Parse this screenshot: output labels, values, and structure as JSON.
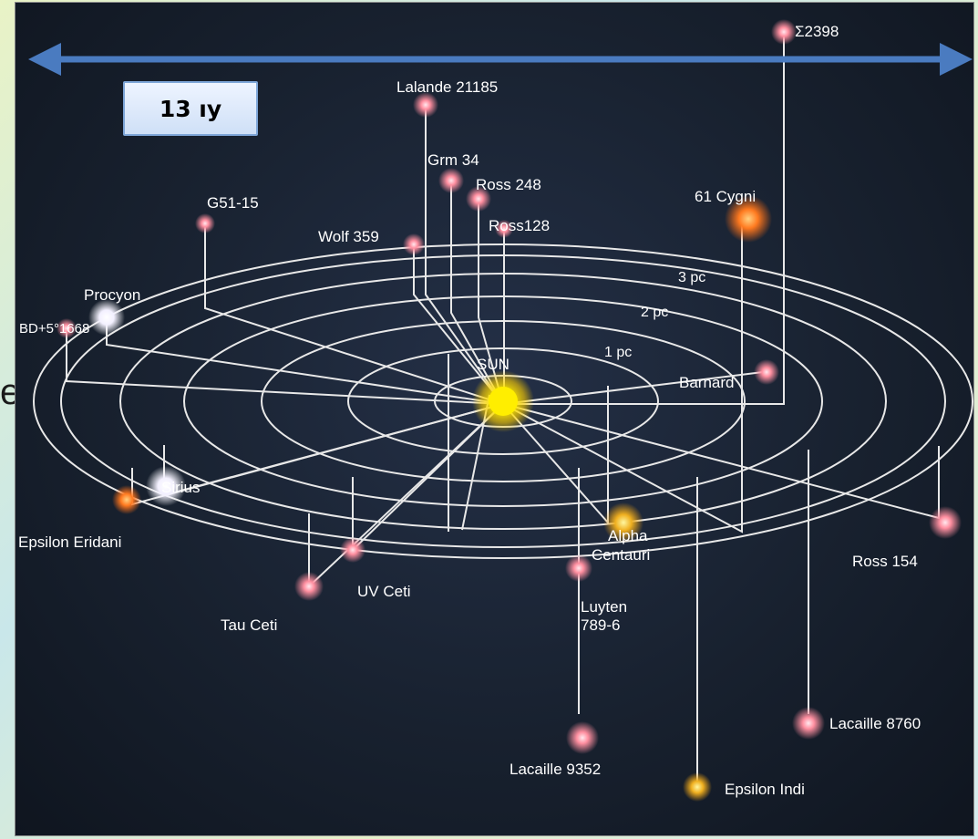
{
  "scale_label": "13 ıy",
  "edge_letter": "e",
  "center_label": "SUN",
  "rings": [
    "1 pc",
    "2 pc",
    "3 pc"
  ],
  "stars": {
    "sigma2398": "Σ2398",
    "lalande": "Lalande 21185",
    "grm34": "Grm 34",
    "ross248": "Ross 248",
    "ross128": "Ross128",
    "cygni61": "61 Cygni",
    "g5115": "G51-15",
    "wolf359": "Wolf 359",
    "procyon": "Procyon",
    "bd5": "BD+5°1668",
    "barnard": "Barnard",
    "sirius": "Sirius",
    "epsilon_eridani": "Epsilon Eridani",
    "alpha_centauri_1": "Alpha",
    "alpha_centauri_2": "Centauri",
    "ross154": "Ross 154",
    "uv_ceti": "UV Ceti",
    "tau_ceti": "Tau Ceti",
    "luyten_1": "Luyten",
    "luyten_2": "789-6",
    "lacaille8760": "Lacaille 8760",
    "lacaille9352": "Lacaille 9352",
    "epsilon_indi": "Epsilon Indi"
  },
  "colors": {
    "sun": "#ffee00",
    "star_pink": "#ff8fa0",
    "star_orange": "#ff8a2a",
    "arrow": "#4a7bc0",
    "lines": "#e8e8e8"
  }
}
